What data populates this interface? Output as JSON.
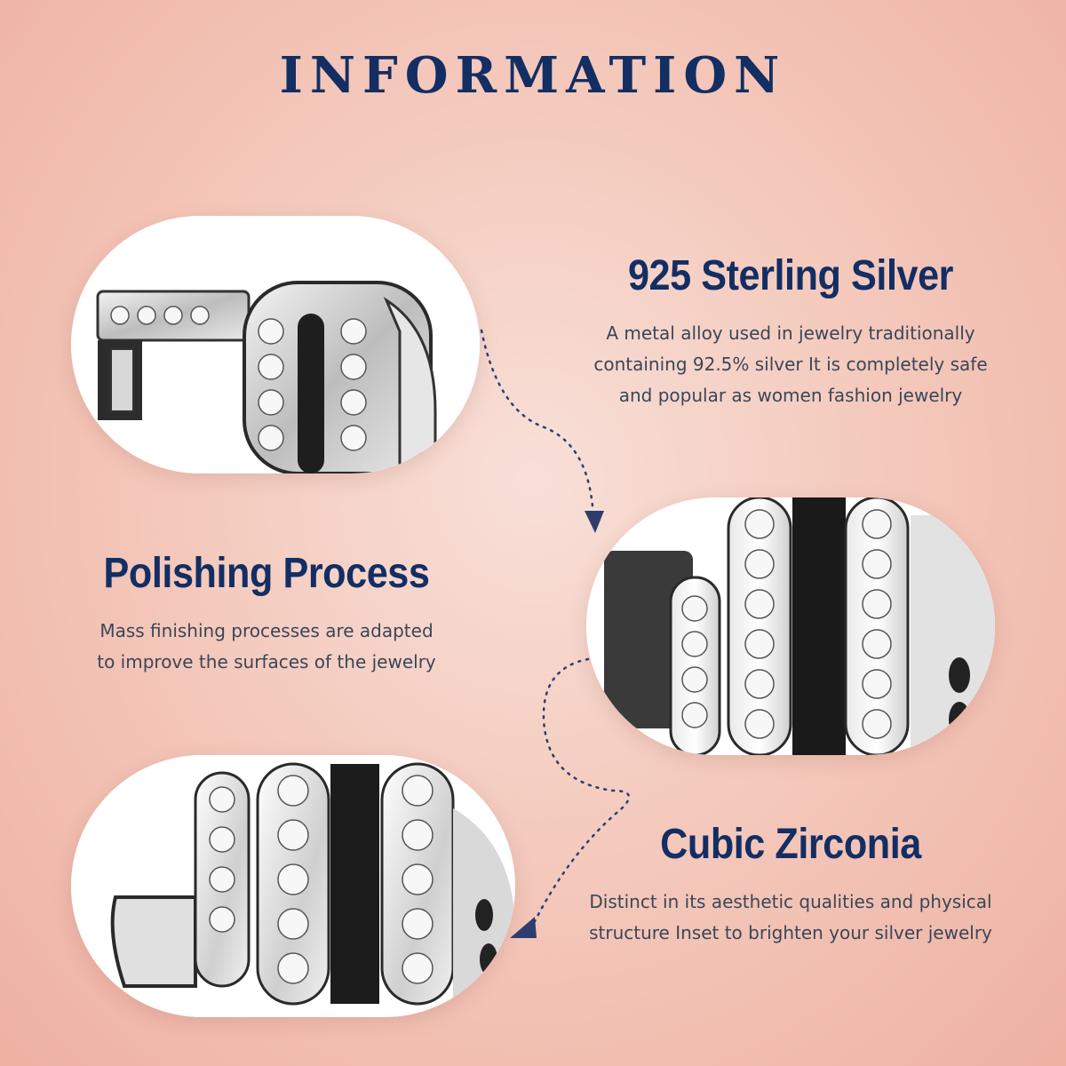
{
  "header": {
    "title": "INFORMATION"
  },
  "sections": [
    {
      "title": "925 Sterling Silver",
      "description": "A metal alloy used in jewelry traditionally\ncontaining 92.5% silver It is completely safe\nand popular as women fashion jewelry"
    },
    {
      "title": "Polishing Process",
      "description": "Mass finishing processes are adapted\nto improve the surfaces of the jewelry"
    },
    {
      "title": "Cubic Zirconia",
      "description": "Distinct in its aesthetic qualities and physical\nstructure Inset to brighten your silver jewelry"
    }
  ],
  "colors": {
    "title": "#132e63",
    "body_text": "#3a4658",
    "background": "#f4cabd",
    "connector": "#2d3e6e"
  }
}
